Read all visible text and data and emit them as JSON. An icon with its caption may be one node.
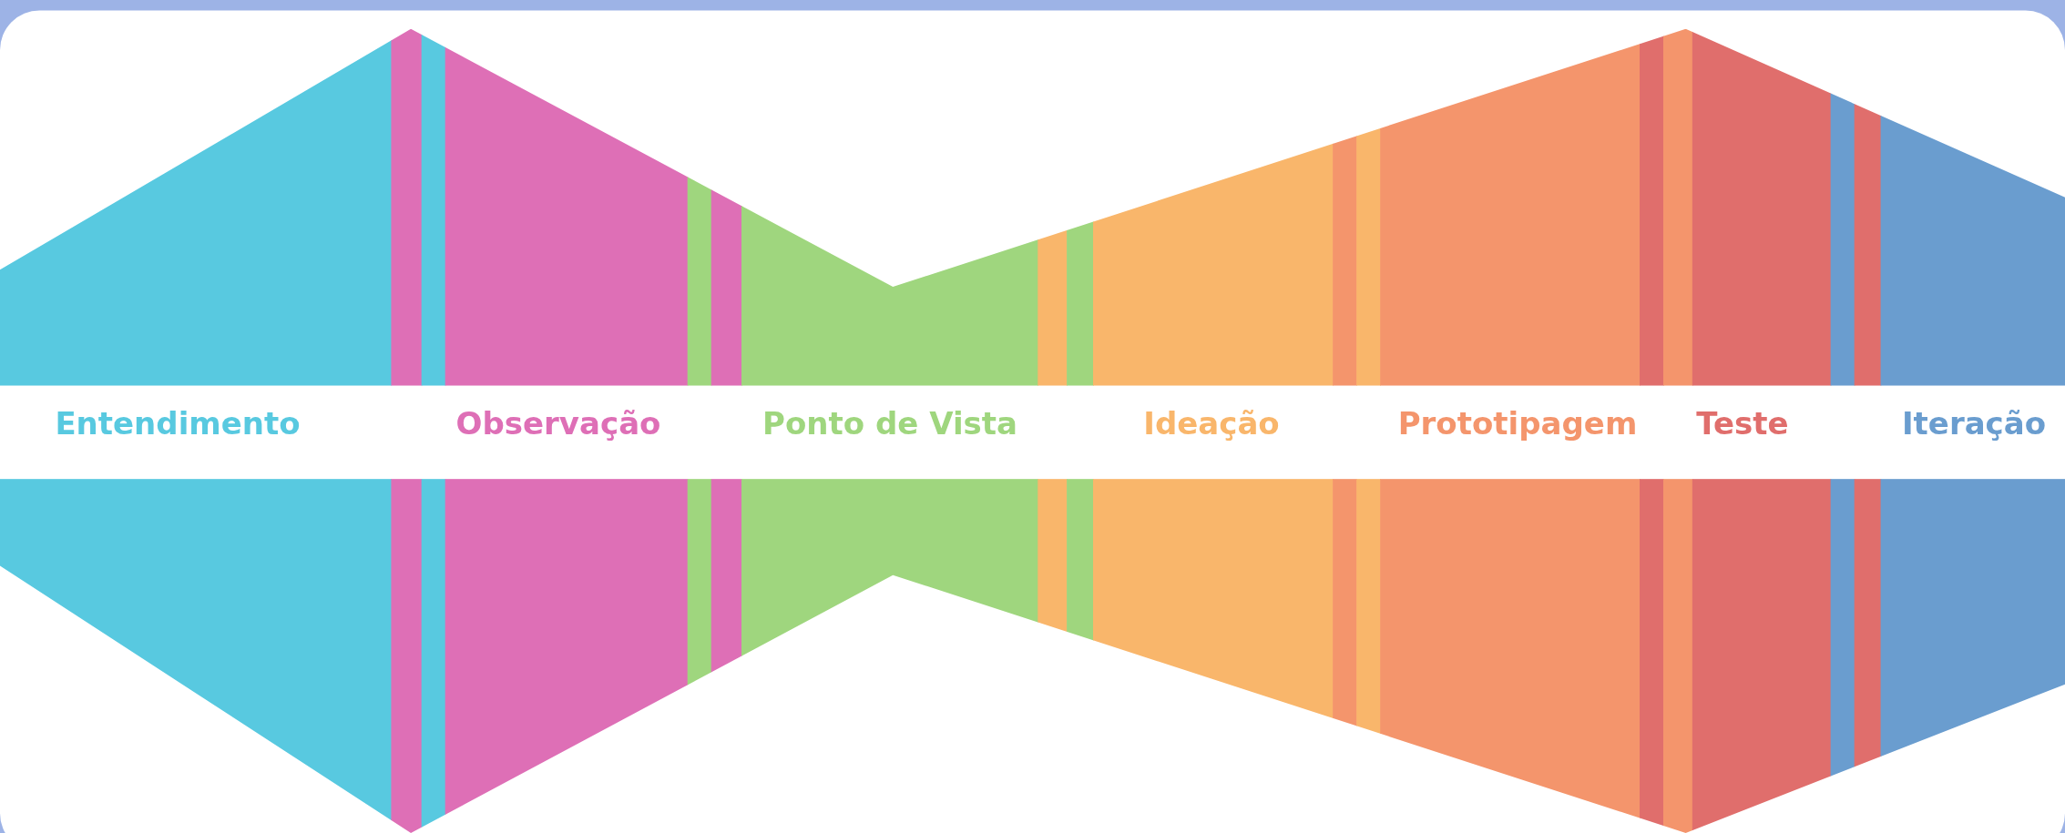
{
  "diagram": {
    "labels": [
      "Entendimento",
      "Observação",
      "Ponto de Vista",
      "Ideação",
      "Prototipagem",
      "Teste",
      "Iteração"
    ]
  }
}
